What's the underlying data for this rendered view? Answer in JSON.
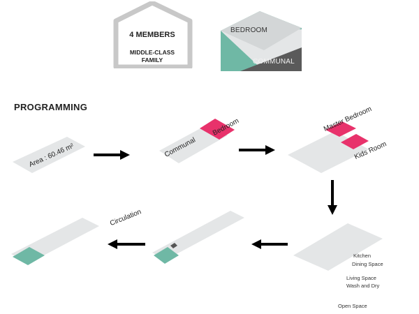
{
  "family": {
    "members": "4 MEMBERS",
    "type_line1": "MIDDLE-CLASS",
    "type_line2": "FAMILY"
  },
  "envelope": {
    "top_label": "BEDROOM",
    "bottom_label": "COMMUNAL"
  },
  "heading": "PROGRAMMING",
  "steps": {
    "area": "Area : 60.46 m²",
    "communal": "Communal",
    "bedroom": "Bedroom",
    "master_bedroom": "Master Bedroom",
    "kids_room": "Kids Room",
    "circulation": "Circulation"
  },
  "legend": {
    "kitchen": "Kitchen",
    "dining": "Dining Space",
    "living": "Living Space",
    "wash": "Wash and Dry",
    "open": "Open Space"
  },
  "colors": {
    "pink": "#e8326b",
    "teal": "#6fb8a5",
    "slab": "#e4e6e7",
    "dark": "#555555"
  }
}
